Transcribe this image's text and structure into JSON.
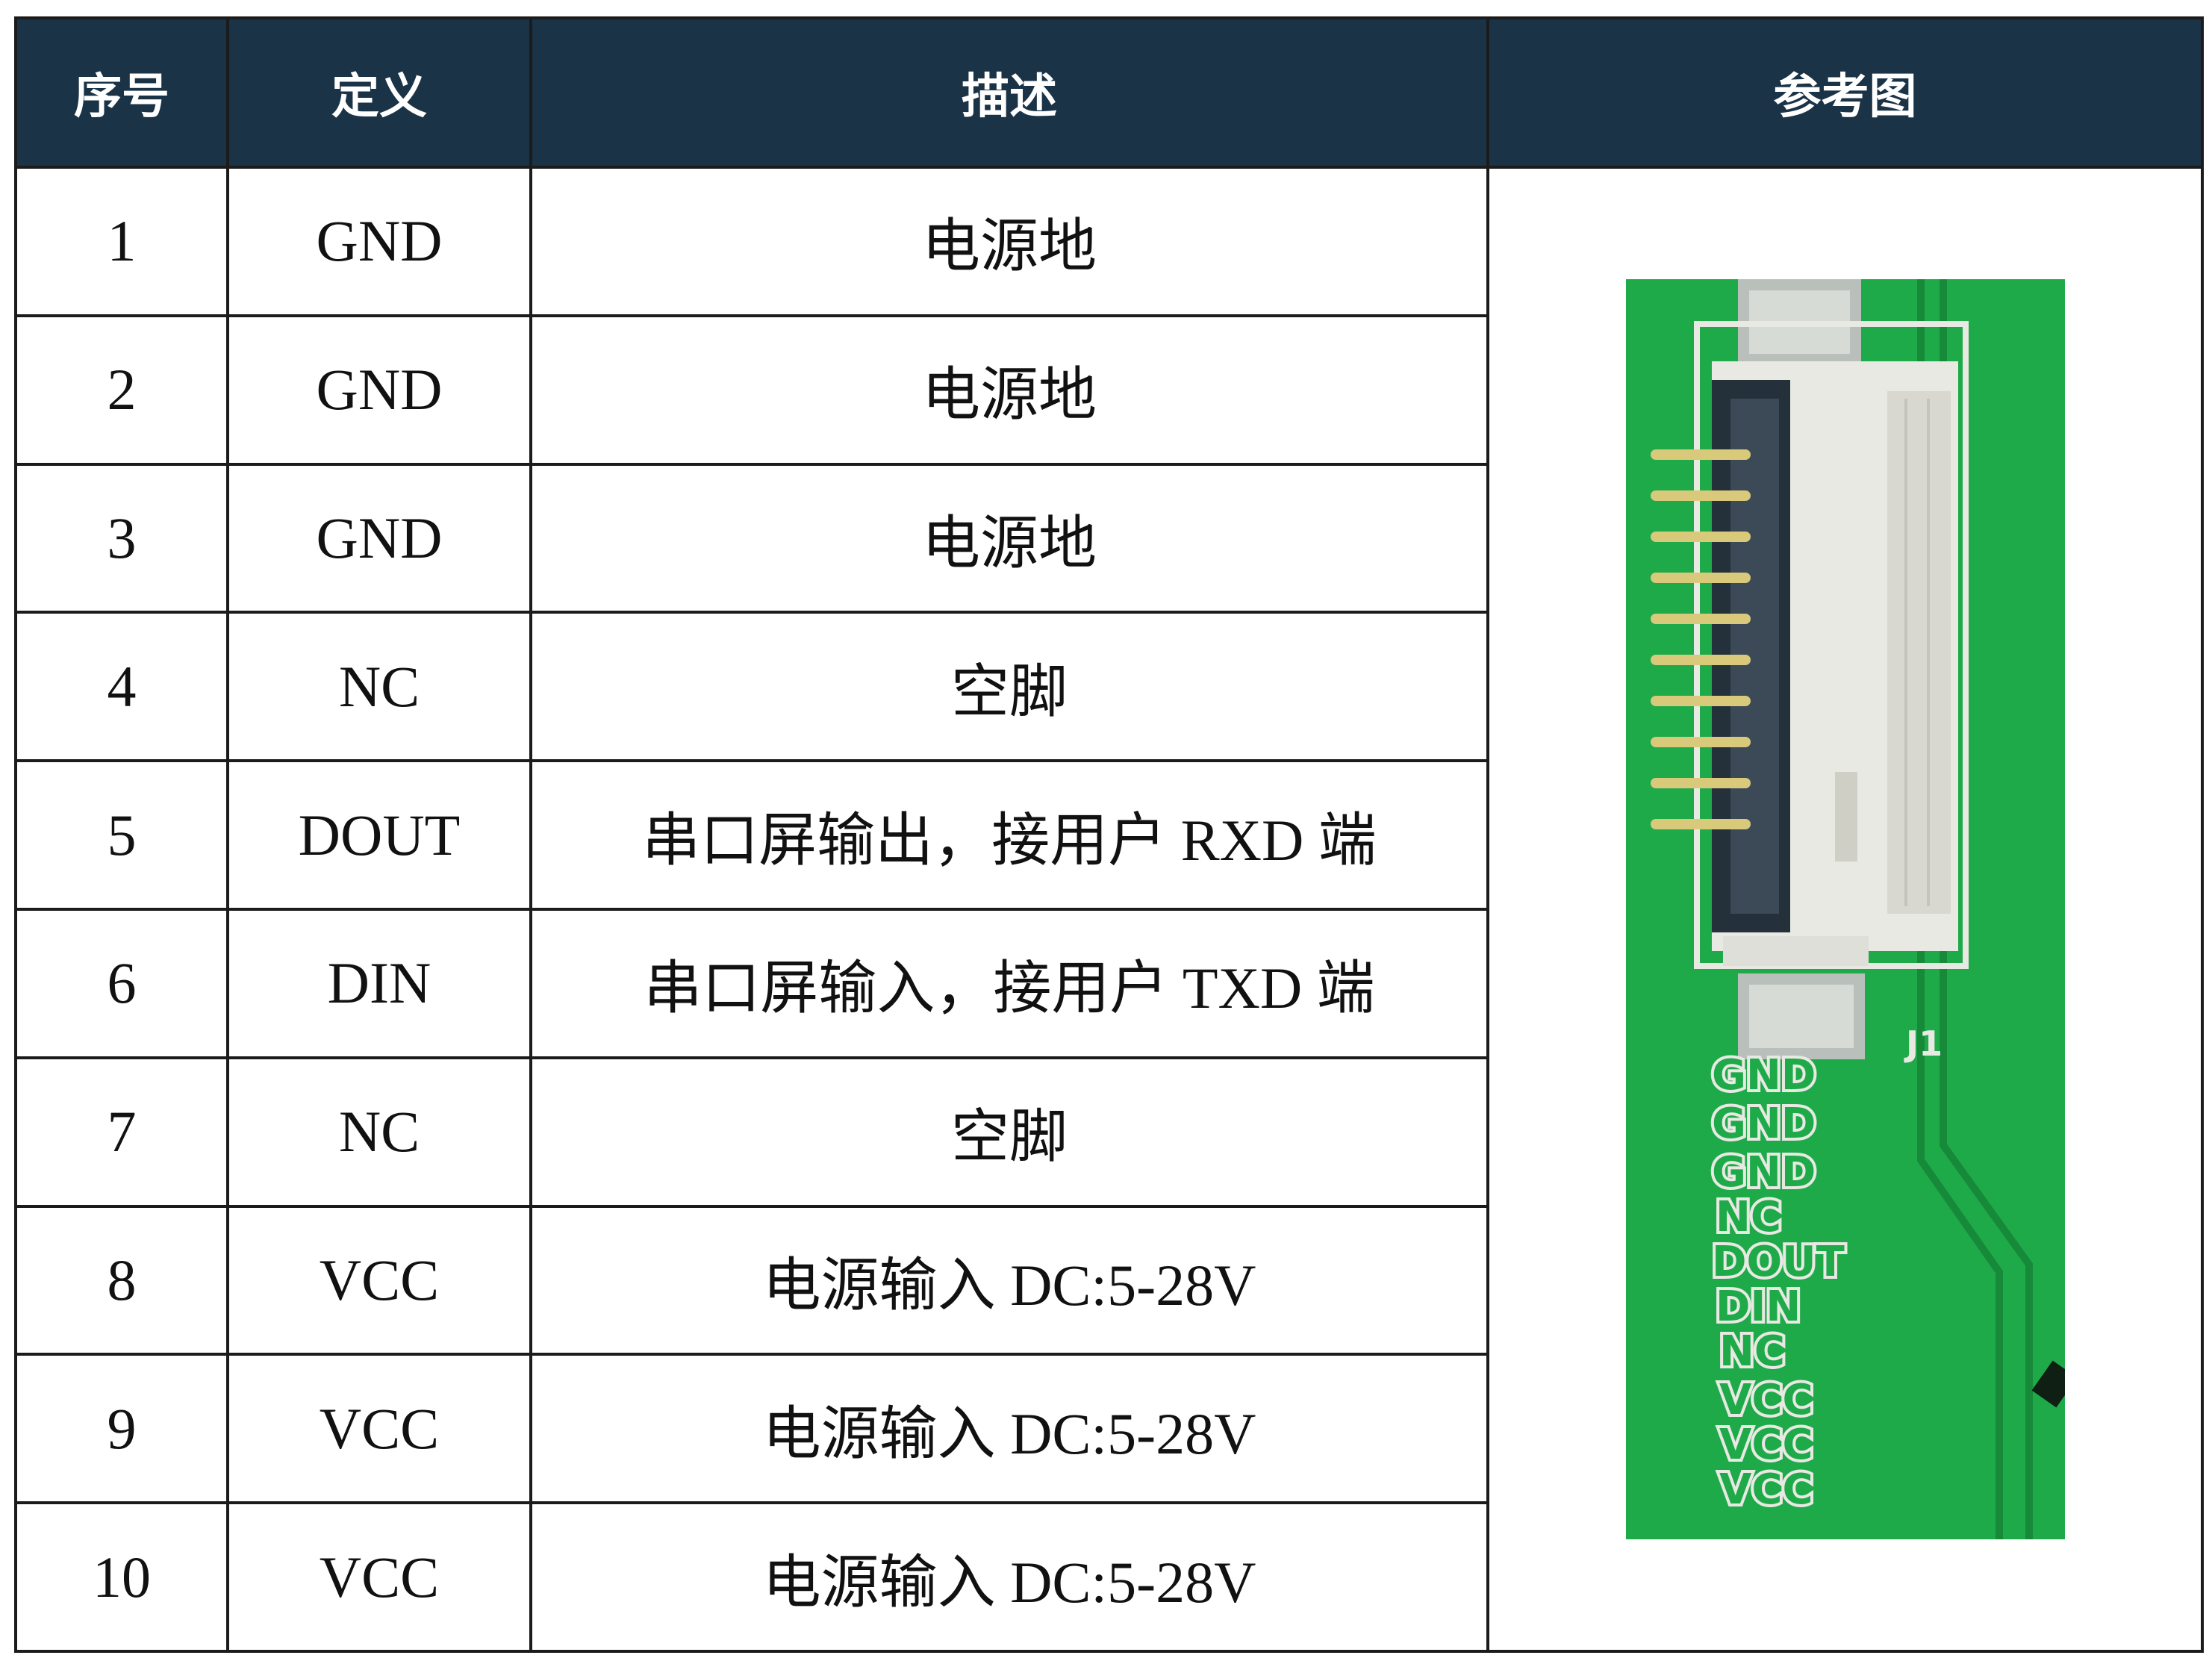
{
  "table": {
    "headers": {
      "index": "序号",
      "definition": "定义",
      "description": "描述",
      "reference": "参考图"
    },
    "rows": [
      {
        "index": "1",
        "definition": "GND",
        "description": "电源地"
      },
      {
        "index": "2",
        "definition": "GND",
        "description": "电源地"
      },
      {
        "index": "3",
        "definition": "GND",
        "description": "电源地"
      },
      {
        "index": "4",
        "definition": "NC",
        "description": "空脚"
      },
      {
        "index": "5",
        "definition": "DOUT",
        "description": "串口屏输出，接用户 RXD 端"
      },
      {
        "index": "6",
        "definition": "DIN",
        "description": "串口屏输入，接用户 TXD 端"
      },
      {
        "index": "7",
        "definition": "NC",
        "description": "空脚"
      },
      {
        "index": "8",
        "definition": "VCC",
        "description": "电源输入 DC:5-28V"
      },
      {
        "index": "9",
        "definition": "VCC",
        "description": "电源输入 DC:5-28V"
      },
      {
        "index": "10",
        "definition": "VCC",
        "description": "电源输入 DC:5-28V"
      }
    ]
  },
  "reference_image": {
    "connector_label": "J1",
    "silkscreen_labels": [
      "GND",
      "GND",
      "GND",
      "NC",
      "DOUT",
      "DIN",
      "NC",
      "VCC",
      "VCC",
      "VCC"
    ],
    "colors": {
      "pcb_green": "#1faa4a",
      "header_bg": "#1b3347",
      "connector_white": "#e9e9e3"
    }
  }
}
